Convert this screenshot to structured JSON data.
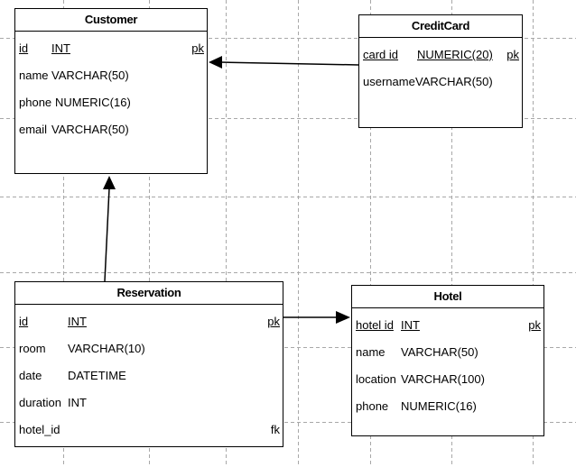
{
  "entities": {
    "customer": {
      "title": "Customer",
      "fields": [
        {
          "name": "id",
          "type": "INT",
          "key": "pk"
        },
        {
          "name": "name",
          "type": "VARCHAR(50)",
          "key": ""
        },
        {
          "name": "phone",
          "type": "NUMERIC(16)",
          "key": ""
        },
        {
          "name": "email",
          "type": "VARCHAR(50)",
          "key": ""
        }
      ]
    },
    "creditcard": {
      "title": "CreditCard",
      "fields": [
        {
          "name": "card id",
          "type": "NUMERIC(20)",
          "key": "pk"
        },
        {
          "name": "username",
          "type": "VARCHAR(50)",
          "key": ""
        }
      ]
    },
    "reservation": {
      "title": "Reservation",
      "fields": [
        {
          "name": "id",
          "type": "INT",
          "key": "pk"
        },
        {
          "name": "room",
          "type": "VARCHAR(10)",
          "key": ""
        },
        {
          "name": "date",
          "type": "DATETIME",
          "key": ""
        },
        {
          "name": "duration",
          "type": "INT",
          "key": ""
        },
        {
          "name": "hotel_id",
          "type": "",
          "key": "fk"
        }
      ]
    },
    "hotel": {
      "title": "Hotel",
      "fields": [
        {
          "name": "hotel id",
          "type": "INT",
          "key": "pk"
        },
        {
          "name": "name",
          "type": "VARCHAR(50)",
          "key": ""
        },
        {
          "name": "location",
          "type": "VARCHAR(100)",
          "key": ""
        },
        {
          "name": "phone",
          "type": "NUMERIC(16)",
          "key": ""
        }
      ]
    }
  }
}
